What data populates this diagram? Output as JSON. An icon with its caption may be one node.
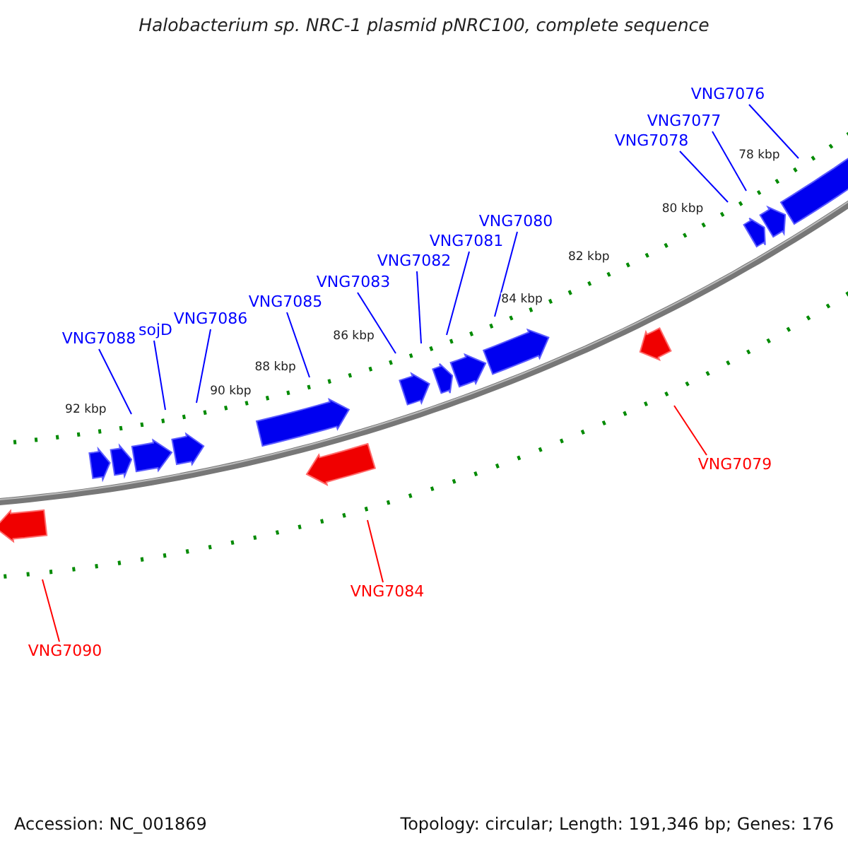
{
  "diagram": {
    "title": "Halobacterium sp. NRC-1 plasmid pNRC100, complete sequence",
    "nodes": [
      {
        "text": [
          "VNG7076"
        ]
      },
      {
        "text": [
          "VNG7077"
        ]
      },
      {
        "text": [
          "VNG7078"
        ]
      },
      {
        "text": [
          "VNG7080"
        ]
      },
      {
        "text": [
          "VNG7081"
        ]
      },
      {
        "text": [
          "VNG7082"
        ]
      },
      {
        "text": [
          "VNG7083"
        ]
      },
      {
        "text": [
          "VNG7085"
        ]
      },
      {
        "text": [
          "VNG7086"
        ]
      },
      {
        "text": [
          "sojD"
        ]
      },
      {
        "text": [
          "VNG7088"
        ]
      },
      {
        "text": [
          "VNG7079"
        ]
      },
      {
        "text": [
          "VNG7084"
        ]
      },
      {
        "text": [
          "VNG7090"
        ]
      }
    ],
    "edges": [
      {
        "from": 0,
        "to": null,
        "arrow": "none"
      },
      {
        "from": 1,
        "to": null,
        "arrow": "none"
      },
      {
        "from": 2,
        "to": null,
        "arrow": "none"
      },
      {
        "from": 3,
        "to": null,
        "arrow": "none"
      },
      {
        "from": 4,
        "to": null,
        "arrow": "none"
      },
      {
        "from": 5,
        "to": null,
        "arrow": "none"
      },
      {
        "from": 6,
        "to": null,
        "arrow": "none"
      },
      {
        "from": 7,
        "to": null,
        "arrow": "none"
      },
      {
        "from": 8,
        "to": null,
        "arrow": "none"
      },
      {
        "from": 9,
        "to": null,
        "arrow": "none"
      },
      {
        "from": 10,
        "to": null,
        "arrow": "none"
      },
      {
        "from": 11,
        "to": null,
        "arrow": "none",
        "color": "#ff0000"
      },
      {
        "from": 12,
        "to": null,
        "arrow": "none",
        "color": "#ff0000"
      },
      {
        "from": 13,
        "to": null,
        "arrow": "none",
        "color": "#ff0000"
      }
    ],
    "labels": [
      "78 kbp",
      "80 kbp",
      "82 kbp",
      "84 kbp",
      "86 kbp",
      "88 kbp",
      "90 kbp",
      "92 kbp",
      "Accession: NC_001869",
      "Topology: circular; Length: 191,346 bp; Genes: 176"
    ]
  }
}
